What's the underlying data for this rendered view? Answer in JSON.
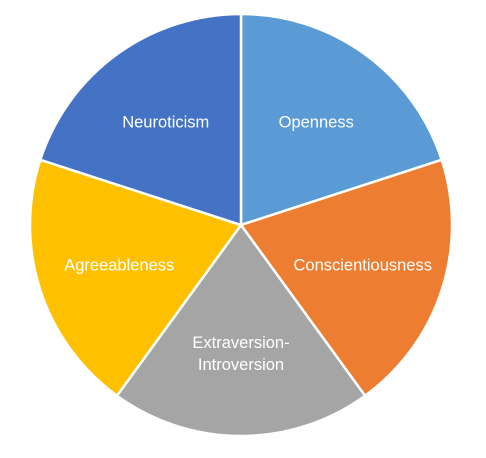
{
  "chart_data": {
    "type": "pie",
    "title": "",
    "slices": [
      {
        "label": "Openness",
        "label_lines": [
          "Openness"
        ],
        "value": 20,
        "color": "#5B9BD5"
      },
      {
        "label": "Conscientiousness",
        "label_lines": [
          "Conscientiousness"
        ],
        "value": 20,
        "color": "#ED7D31"
      },
      {
        "label": "Extraversion-Introversion",
        "label_lines": [
          "Extraversion-",
          "Introversion"
        ],
        "value": 20,
        "color": "#A5A5A5"
      },
      {
        "label": "Agreeableness",
        "label_lines": [
          "Agreeableness"
        ],
        "value": 20,
        "color": "#FFC000"
      },
      {
        "label": "Neuroticism",
        "label_lines": [
          "Neuroticism"
        ],
        "value": 20,
        "color": "#4472C4"
      }
    ],
    "start_angle_deg": 0,
    "direction": "clockwise",
    "legend": "none",
    "separator_color": "#ffffff"
  }
}
